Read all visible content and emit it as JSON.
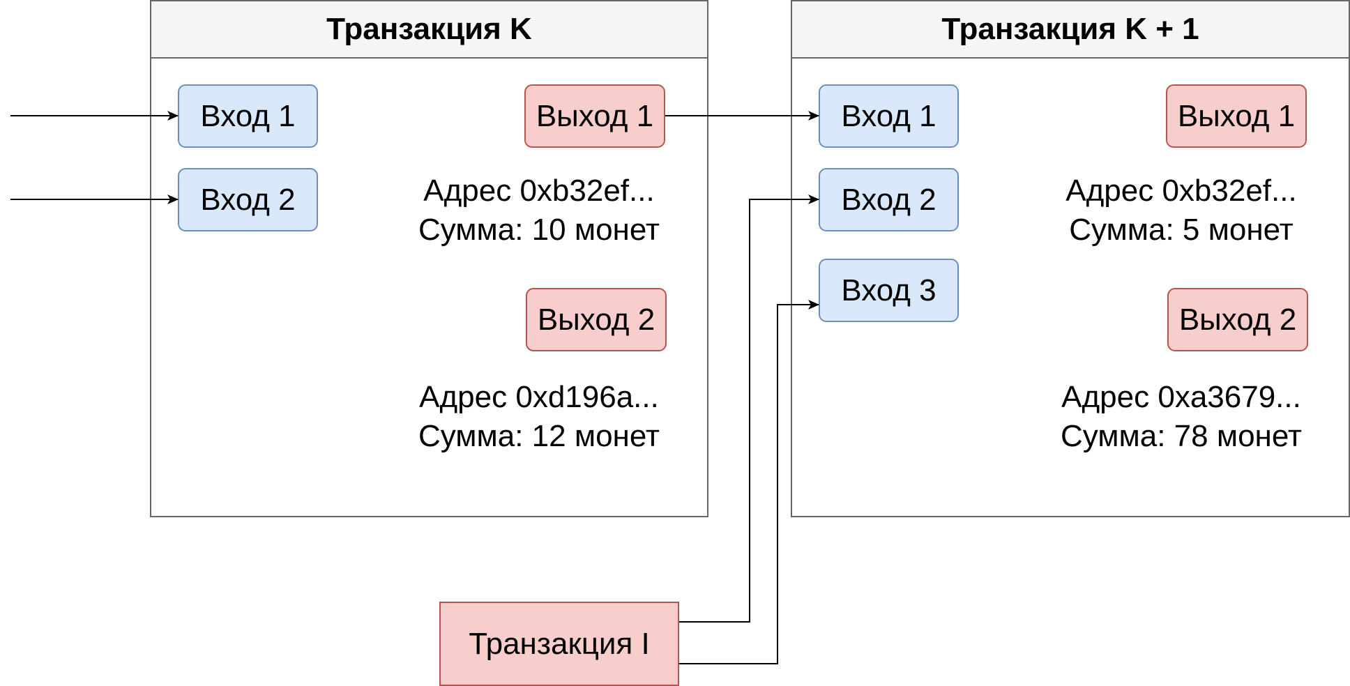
{
  "transactions": [
    {
      "title": "Транзакция K",
      "inputs": [
        "Вход 1",
        "Вход 2"
      ],
      "outputs": [
        {
          "label": "Выход 1",
          "address": "Адрес 0xb32ef...",
          "amount": "Сумма: 10 монет"
        },
        {
          "label": "Выход 2",
          "address": "Адрес 0xd196a...",
          "amount": "Сумма: 12 монет"
        }
      ]
    },
    {
      "title": "Транзакция K + 1",
      "inputs": [
        "Вход 1",
        "Вход 2",
        "Вход 3"
      ],
      "outputs": [
        {
          "label": "Выход 1",
          "address": "Адрес 0xb32ef...",
          "amount": "Сумма: 5 монет"
        },
        {
          "label": "Выход 2",
          "address": "Адрес 0xa3679...",
          "amount": "Сумма: 78 монет"
        }
      ]
    }
  ],
  "external_transaction": {
    "label": "Транзакция I"
  },
  "colors": {
    "input_fill": "#dae8fc",
    "input_stroke": "#6c8ebf",
    "output_fill": "#f8cecc",
    "output_stroke": "#b85450",
    "header_fill": "#f5f5f5",
    "border": "#666666"
  }
}
